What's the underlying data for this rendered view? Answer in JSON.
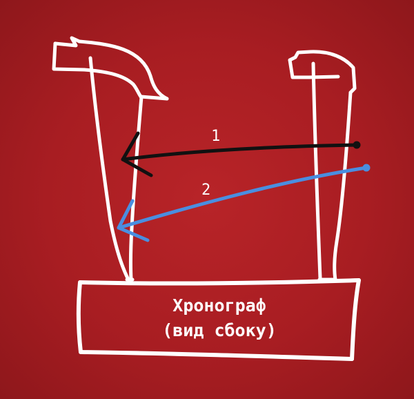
{
  "diagram": {
    "arrows": [
      {
        "label": "1",
        "color": "#111111"
      },
      {
        "label": "2",
        "color": "#4a8ee0"
      }
    ],
    "base_box": {
      "line1": "Хронограф",
      "line2": "(вид сбоку)"
    },
    "colors": {
      "background": "#ac1f24",
      "stroke": "#ffffff"
    }
  }
}
